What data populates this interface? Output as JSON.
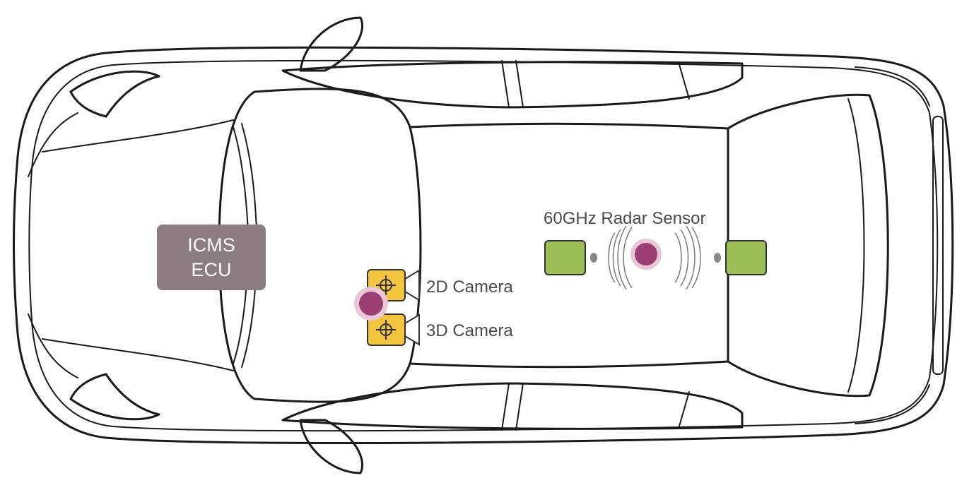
{
  "ecu": {
    "line1": "ICMS",
    "line2": "ECU"
  },
  "labels": {
    "camera_2d": "2D Camera",
    "camera_3d": "3D Camera",
    "radar": "60GHz Radar Sensor"
  },
  "colors": {
    "ecu_fill": "#8c7e80",
    "camera_fill": "#f2c43f",
    "radar_box_fill": "#9cbf5a",
    "sensor_dot": "#9b3f72",
    "sensor_halo": "#e9c6d8",
    "car_outline": "#1a1a1a"
  }
}
